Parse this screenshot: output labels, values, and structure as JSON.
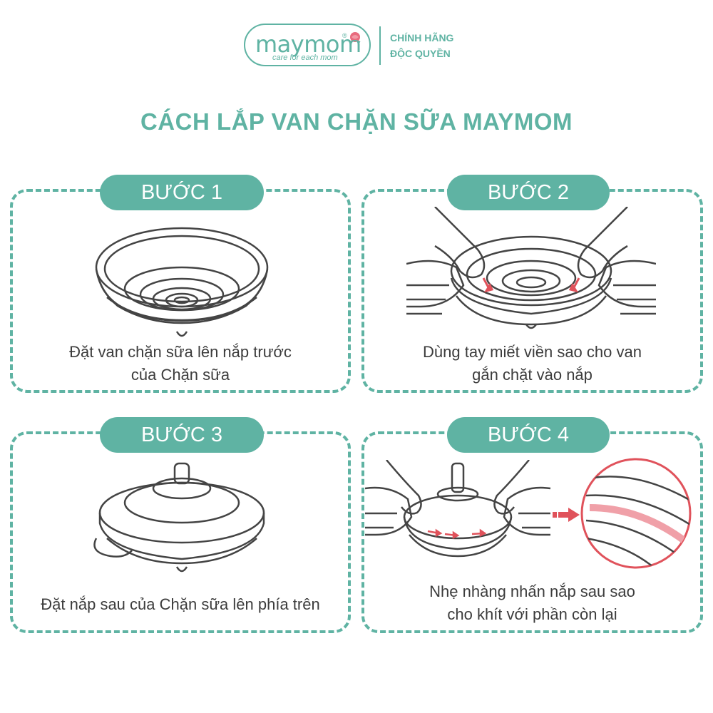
{
  "brand": {
    "name": "maymom",
    "registered": "®",
    "tagline": "care for each mom",
    "authentic_line1": "CHÍNH HÃNG",
    "authentic_line2": "ĐỘC QUYỀN",
    "colors": {
      "accent": "#5fb3a3",
      "rose": "#e86a7d",
      "arrow": "#e0525b"
    }
  },
  "title": "CÁCH LẮP VAN CHẶN SỮA MAYMOM",
  "steps": [
    {
      "label": "BƯỚC 1",
      "caption_line1": "Đặt van chặn sữa lên nắp trước",
      "caption_line2": "của Chặn sữa",
      "icon": "valve-on-cup-illustration"
    },
    {
      "label": "BƯỚC 2",
      "caption_line1": "Dùng tay miết viền sao cho van",
      "caption_line2": "gắn chặt vào nắp",
      "icon": "hands-press-rim-illustration"
    },
    {
      "label": "BƯỚC 3",
      "caption_line1": "Đặt nắp sau của Chặn sữa lên phía trên",
      "caption_line2": "",
      "icon": "back-cover-on-top-illustration"
    },
    {
      "label": "BƯỚC 4",
      "caption_line1": "Nhẹ nhàng nhấn nắp sau sao",
      "caption_line2": "cho khít với phần còn lại",
      "icon": "press-back-cover-illustration"
    }
  ]
}
